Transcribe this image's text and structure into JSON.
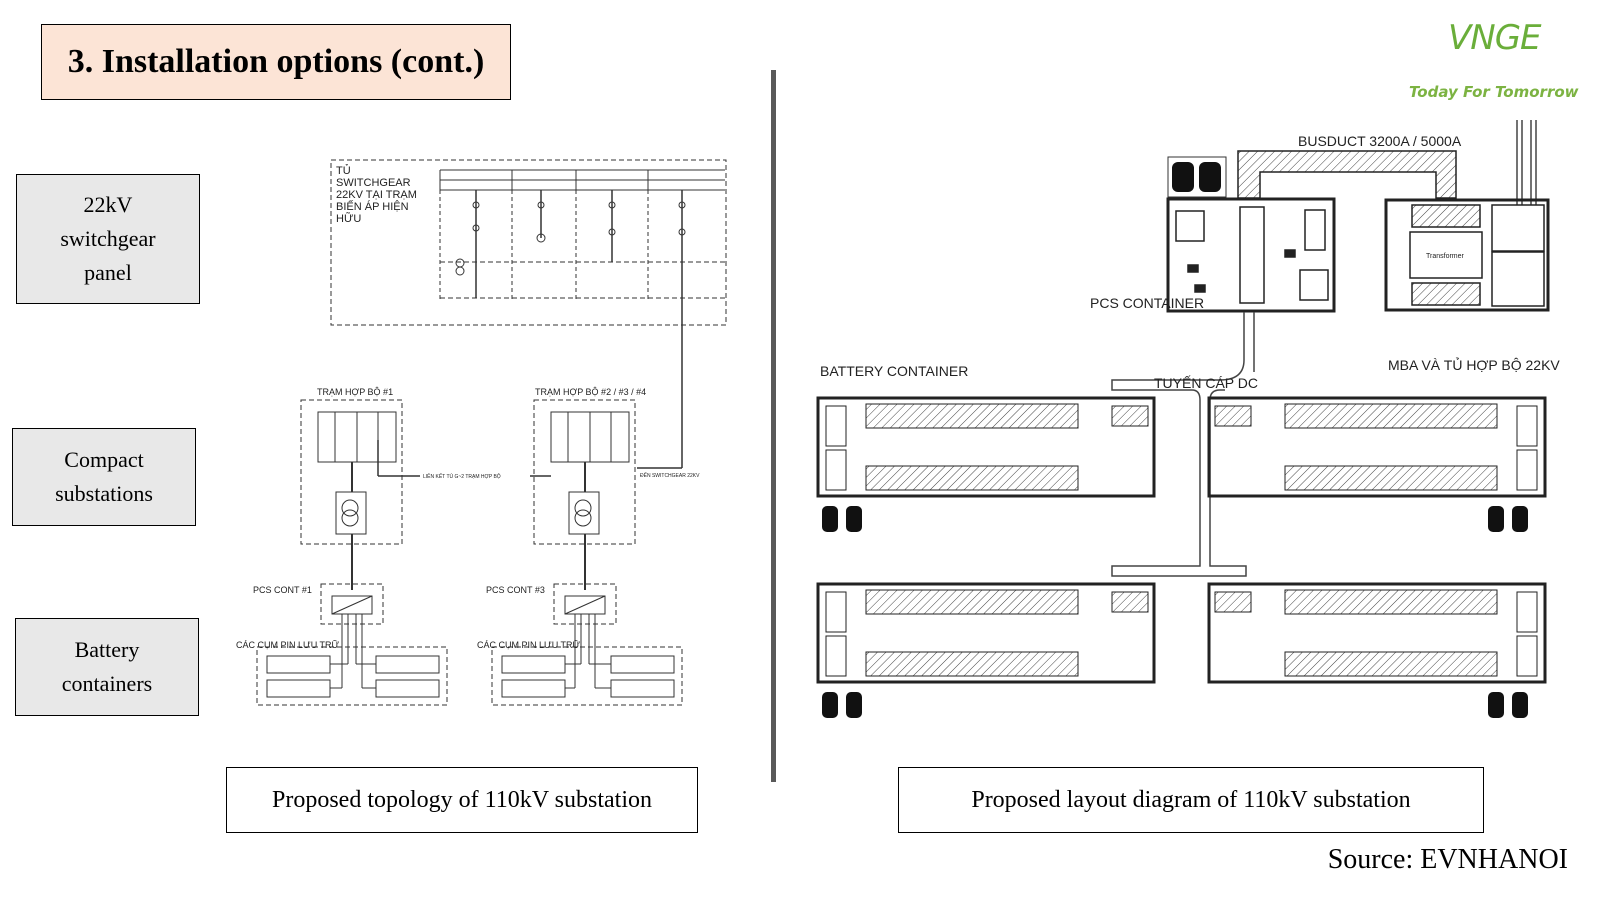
{
  "title": "3. Installation options (cont.)",
  "side_labels": {
    "switchgear": "22kV switchgear panel",
    "compact": "Compact substations",
    "battery": "Battery containers"
  },
  "captions": {
    "topology": "Proposed topology of 110kV substation",
    "layout": "Proposed layout diagram of 110kV substation"
  },
  "source": "Source: EVNHANOI",
  "logo": {
    "mark": "VNGE",
    "tagline": "Today For Tomorrow",
    "color": "#6aae3a"
  },
  "topology": {
    "switchgear_label": [
      "TỦ",
      "SWITCHGEAR",
      "22KV TẠI TRẠM",
      "BIẾN ÁP HIỆN",
      "HỮU"
    ],
    "compact1": "TRẠM HỢP BỘ #1",
    "compact2": "TRẠM HỢP BỘ #2 / #3 / #4",
    "pcs1": "PCS CONT #1",
    "pcs3": "PCS CONT #3",
    "battery_cluster": "CÁC CỤM PIN LƯU TRỮ",
    "link": "LIÊN KẾT TỦ G~2 TRẠM HỢP BỘ",
    "to_switchgear": "ĐẾN SWITCHGEAR 22KV"
  },
  "layout": {
    "busduct": "BUSDUCT 3200A / 5000A",
    "pcs_container": "PCS CONTAINER",
    "battery_container": "BATTERY CONTAINER",
    "dc_route": "TUYẾN CÁP DC",
    "mba": "MBA VÀ TỦ HỢP BỘ 22KV",
    "transformer": "Transformer"
  }
}
